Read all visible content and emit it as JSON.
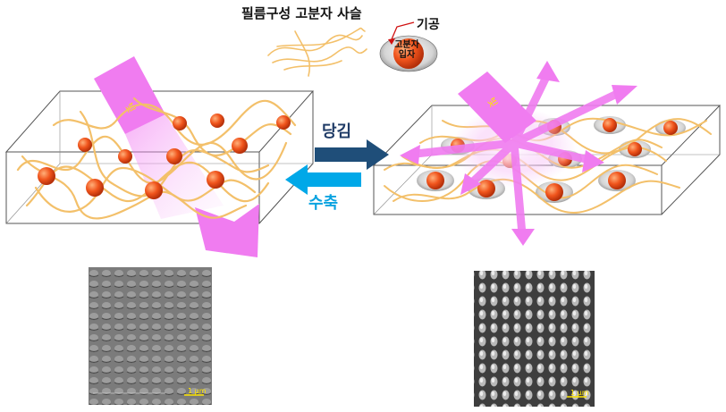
{
  "labels": {
    "polymer_chain": "필름구성 고분자 사슬",
    "pore": "기공",
    "particle_line1": "고분자",
    "particle_line2": "입자",
    "stretch": "당김",
    "shrink": "수축",
    "light_left": "빛",
    "light_right": "빛",
    "scale_left": "1 μm",
    "scale_right": "1 μm"
  },
  "colors": {
    "chain": "#f3c06a",
    "particle": "#f0541c",
    "light": "#f07cf0",
    "stretch_arrow": "#1f4e79",
    "shrink_arrow": "#00a8e8"
  }
}
